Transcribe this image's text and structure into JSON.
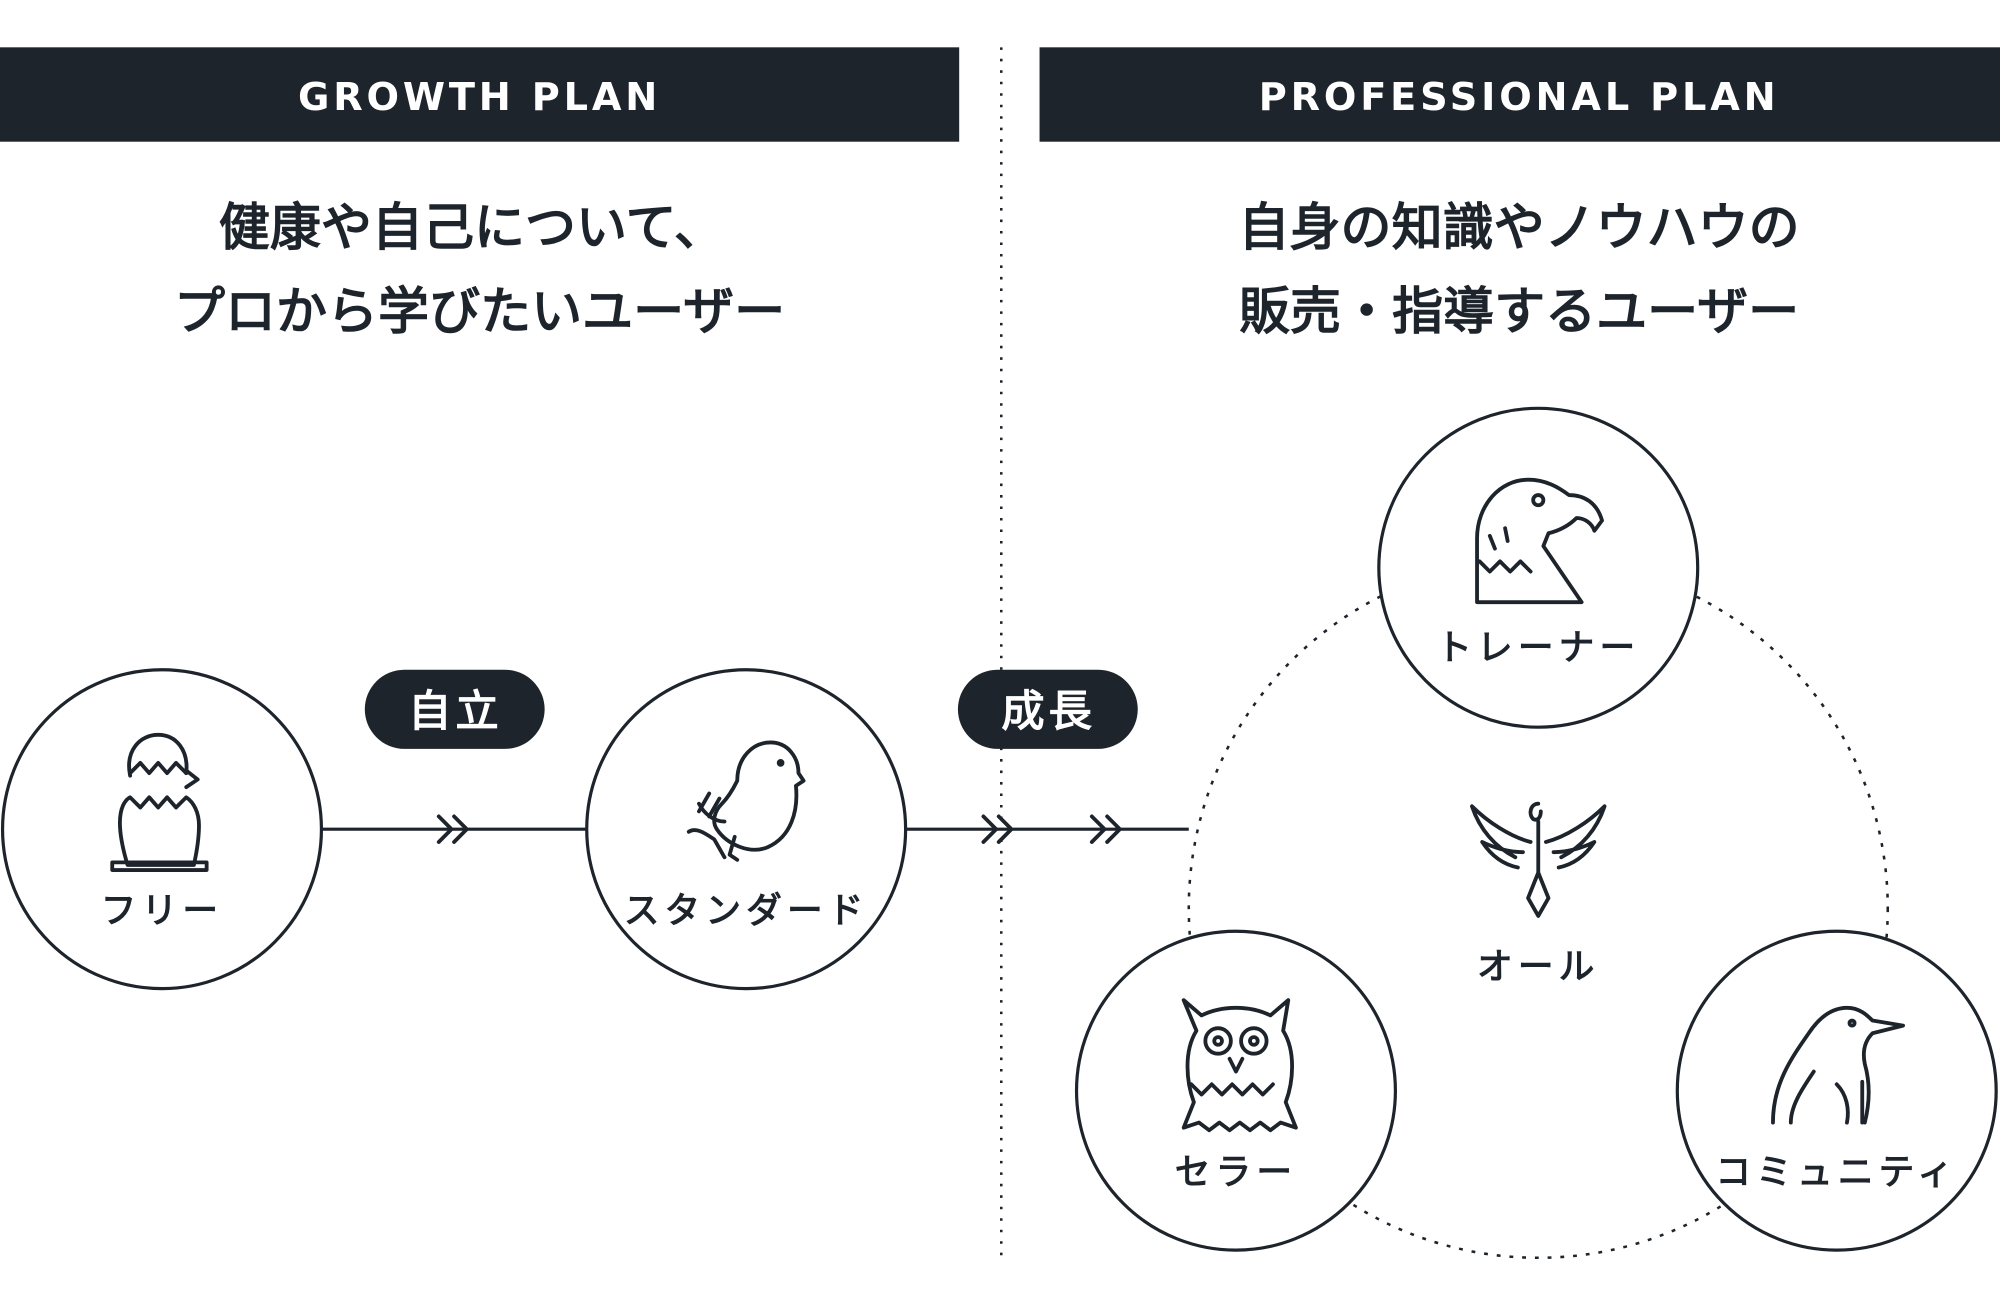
{
  "colors": {
    "dark": "#1e242c",
    "background": "#ffffff"
  },
  "growth": {
    "header": "GROWTH PLAN",
    "heading_lines": [
      "健康や自己について、",
      "プロから学びたいユーザー"
    ],
    "plans": [
      {
        "label": "フリー",
        "icon": "hatching-chick-icon"
      },
      {
        "label": "スタンダード",
        "icon": "chick-icon"
      }
    ],
    "step_badge": "自立"
  },
  "transition_badge": "成長",
  "professional": {
    "header": "PROFESSIONAL PLAN",
    "heading_lines": [
      "自身の知識やノウハウの",
      "販売・指導するユーザー"
    ],
    "plans": [
      {
        "label": "トレーナー",
        "icon": "eagle-icon"
      },
      {
        "label": "セラー",
        "icon": "owl-icon"
      },
      {
        "label": "コミュニティ",
        "icon": "penguin-icon"
      },
      {
        "label": "オール",
        "icon": "phoenix-icon"
      }
    ]
  }
}
